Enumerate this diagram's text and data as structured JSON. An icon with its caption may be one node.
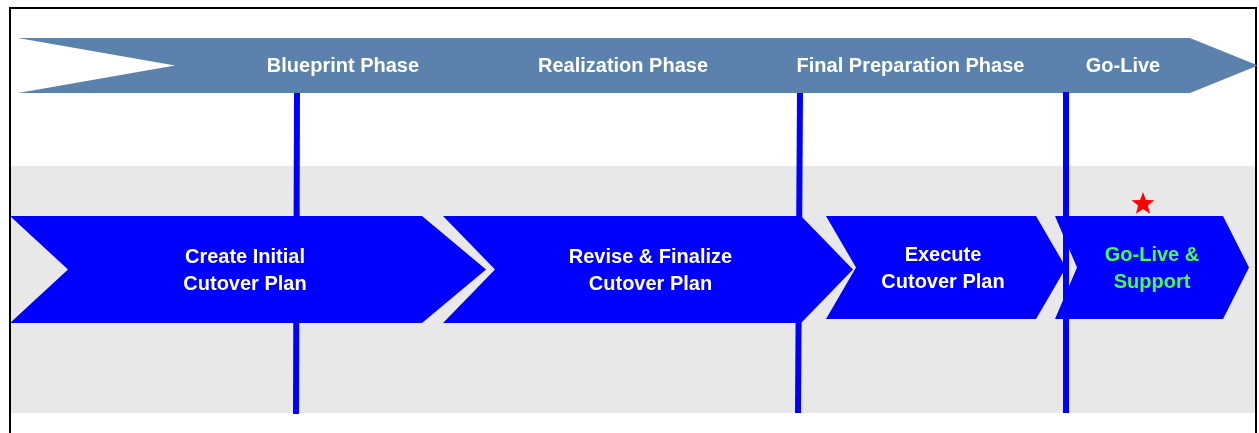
{
  "diagram": {
    "nodes": [
      {
        "text": [
          "Blueprint Phase",
          "Realization Phase",
          "Final Preparation Phase",
          "Go-Live"
        ]
      },
      {
        "text": [
          "Create Initial Cutover Plan"
        ]
      },
      {
        "text": [
          "Revise & Finalize Cutover Plan"
        ]
      },
      {
        "text": [
          "Execute Cutover Plan"
        ]
      },
      {
        "text": [
          "Go-Live & Support"
        ]
      }
    ]
  }
}
